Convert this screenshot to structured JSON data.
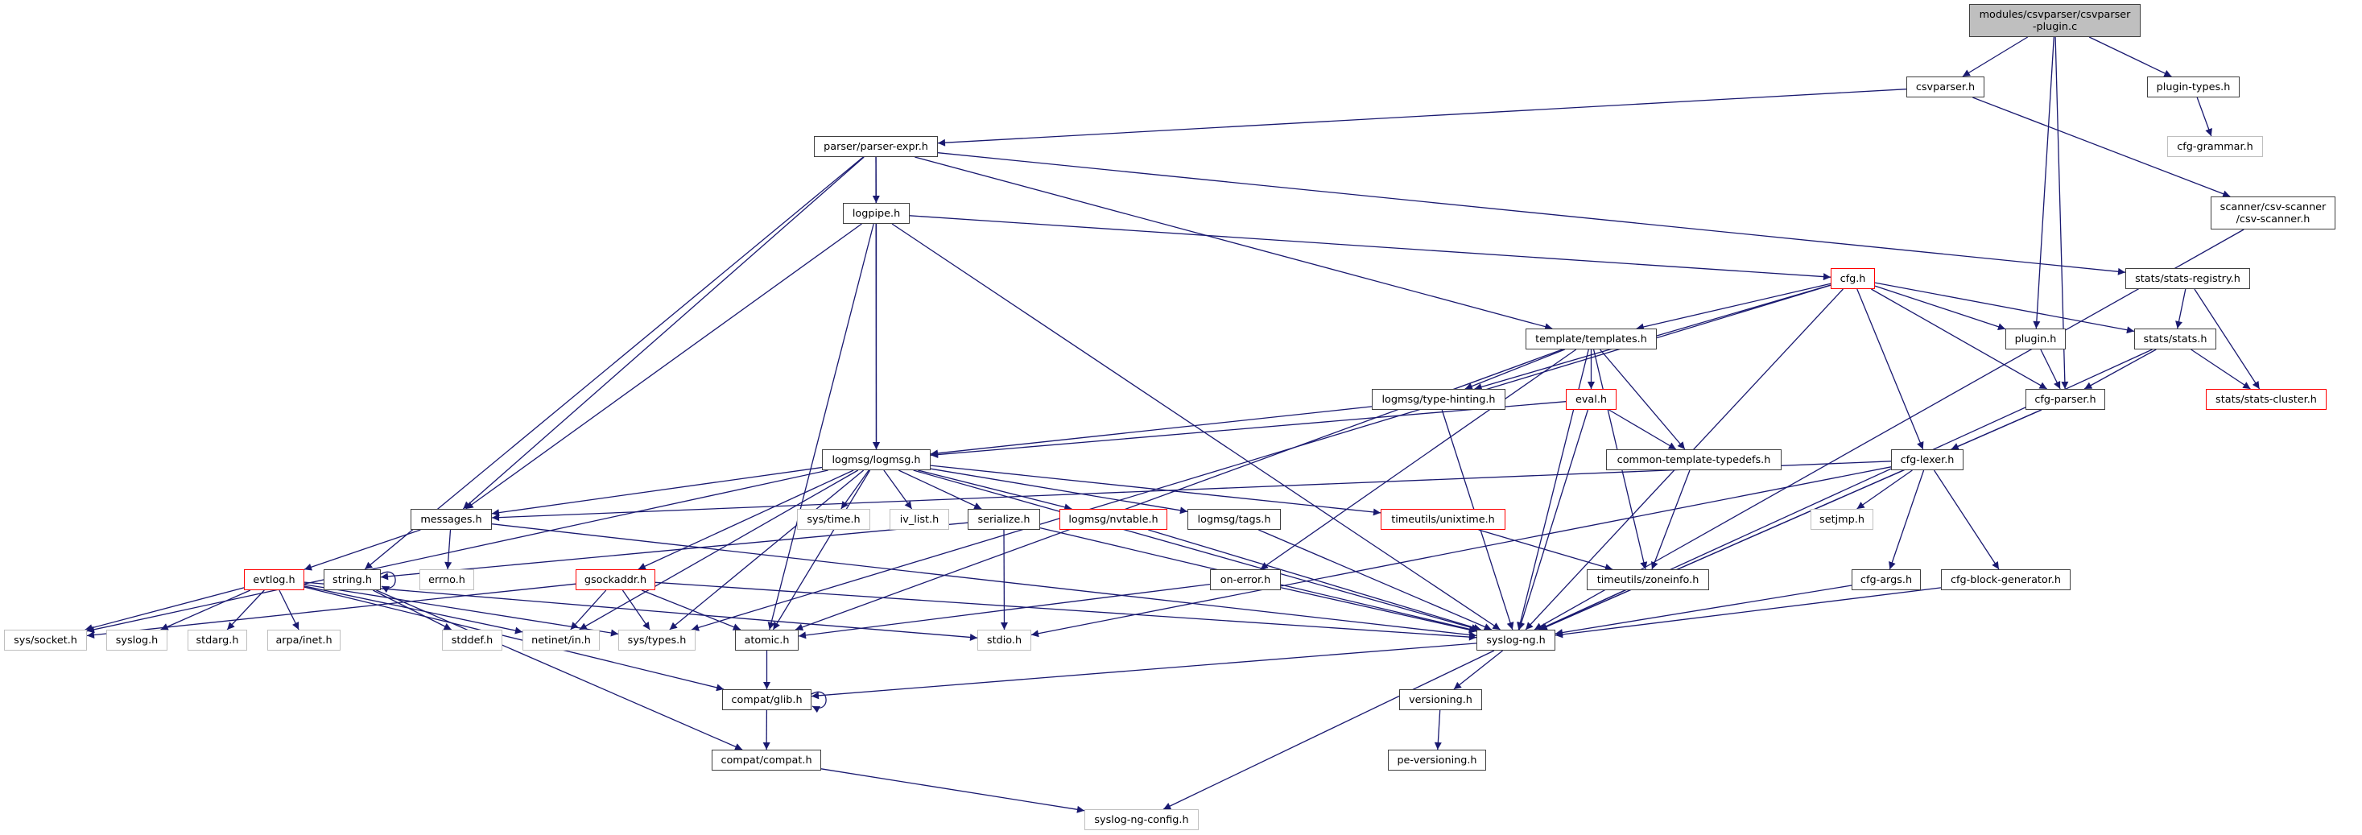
{
  "graph": {
    "colors": {
      "edge": "#191970",
      "root_fill": "#bfbfbf",
      "node_fill": "#ffffff",
      "documented_border": "#404040",
      "truncated_border": "#ff0000",
      "external_border": "#bfbfbf",
      "text": "#000000"
    },
    "nodes": {
      "root": {
        "label": "modules/csvparser/csvparser\n-plugin.c",
        "kind": "root"
      },
      "csvparser_h": {
        "label": "csvparser.h",
        "kind": "documented"
      },
      "plugin_types_h": {
        "label": "plugin-types.h",
        "kind": "documented"
      },
      "cfg_grammar_h": {
        "label": "cfg-grammar.h",
        "kind": "external"
      },
      "parser_expr_h": {
        "label": "parser/parser-expr.h",
        "kind": "documented"
      },
      "csv_scanner_h": {
        "label": "scanner/csv-scanner\n/csv-scanner.h",
        "kind": "documented"
      },
      "logpipe_h": {
        "label": "logpipe.h",
        "kind": "documented"
      },
      "cfg_h": {
        "label": "cfg.h",
        "kind": "truncated"
      },
      "stats_registry_h": {
        "label": "stats/stats-registry.h",
        "kind": "documented"
      },
      "template_templates_h": {
        "label": "template/templates.h",
        "kind": "documented"
      },
      "plugin_h": {
        "label": "plugin.h",
        "kind": "documented"
      },
      "stats_stats_h": {
        "label": "stats/stats.h",
        "kind": "documented"
      },
      "type_hinting_h": {
        "label": "logmsg/type-hinting.h",
        "kind": "documented"
      },
      "eval_h": {
        "label": "eval.h",
        "kind": "truncated"
      },
      "cfg_parser_h": {
        "label": "cfg-parser.h",
        "kind": "documented"
      },
      "stats_cluster_h": {
        "label": "stats/stats-cluster.h",
        "kind": "truncated"
      },
      "logmsg_h": {
        "label": "logmsg/logmsg.h",
        "kind": "documented"
      },
      "common_template_typedefs_h": {
        "label": "common-template-typedefs.h",
        "kind": "documented"
      },
      "cfg_lexer_h": {
        "label": "cfg-lexer.h",
        "kind": "documented"
      },
      "messages_h": {
        "label": "messages.h",
        "kind": "documented"
      },
      "sys_time_h": {
        "label": "sys/time.h",
        "kind": "external"
      },
      "iv_list_h": {
        "label": "iv_list.h",
        "kind": "external"
      },
      "serialize_h": {
        "label": "serialize.h",
        "kind": "documented"
      },
      "nvtable_h": {
        "label": "logmsg/nvtable.h",
        "kind": "truncated"
      },
      "tags_h": {
        "label": "logmsg/tags.h",
        "kind": "documented"
      },
      "unixtime_h": {
        "label": "timeutils/unixtime.h",
        "kind": "truncated"
      },
      "setjmp_h": {
        "label": "setjmp.h",
        "kind": "external"
      },
      "evtlog_h": {
        "label": "evtlog.h",
        "kind": "truncated"
      },
      "string_h": {
        "label": "string.h",
        "kind": "documented"
      },
      "errno_h": {
        "label": "errno.h",
        "kind": "external"
      },
      "gsockaddr_h": {
        "label": "gsockaddr.h",
        "kind": "truncated"
      },
      "on_error_h": {
        "label": "on-error.h",
        "kind": "documented"
      },
      "zoneinfo_h": {
        "label": "timeutils/zoneinfo.h",
        "kind": "documented"
      },
      "cfg_args_h": {
        "label": "cfg-args.h",
        "kind": "documented"
      },
      "cfg_block_generator_h": {
        "label": "cfg-block-generator.h",
        "kind": "documented"
      },
      "sys_socket_h": {
        "label": "sys/socket.h",
        "kind": "external"
      },
      "syslog_h": {
        "label": "syslog.h",
        "kind": "external"
      },
      "stdarg_h": {
        "label": "stdarg.h",
        "kind": "external"
      },
      "arpa_inet_h": {
        "label": "arpa/inet.h",
        "kind": "external"
      },
      "stddef_h": {
        "label": "stddef.h",
        "kind": "external"
      },
      "netinet_in_h": {
        "label": "netinet/in.h",
        "kind": "external"
      },
      "sys_types_h": {
        "label": "sys/types.h",
        "kind": "external"
      },
      "atomic_h": {
        "label": "atomic.h",
        "kind": "documented"
      },
      "stdio_h": {
        "label": "stdio.h",
        "kind": "external"
      },
      "syslog_ng_h": {
        "label": "syslog-ng.h",
        "kind": "documented"
      },
      "compat_glib_h": {
        "label": "compat/glib.h",
        "kind": "documented"
      },
      "versioning_h": {
        "label": "versioning.h",
        "kind": "documented"
      },
      "compat_compat_h": {
        "label": "compat/compat.h",
        "kind": "documented"
      },
      "pe_versioning_h": {
        "label": "pe-versioning.h",
        "kind": "documented"
      },
      "syslog_ng_config_h": {
        "label": "syslog-ng-config.h",
        "kind": "external"
      }
    },
    "edges": [
      {
        "from": "root",
        "to": "csvparser_h"
      },
      {
        "from": "root",
        "to": "plugin_h"
      },
      {
        "from": "root",
        "to": "cfg_parser_h"
      },
      {
        "from": "root",
        "to": "plugin_types_h"
      },
      {
        "from": "csvparser_h",
        "to": "parser_expr_h"
      },
      {
        "from": "csvparser_h",
        "to": "csv_scanner_h"
      },
      {
        "from": "plugin_types_h",
        "to": "cfg_grammar_h"
      },
      {
        "from": "csv_scanner_h",
        "to": "syslog_ng_h"
      },
      {
        "from": "parser_expr_h",
        "to": "logpipe_h"
      },
      {
        "from": "parser_expr_h",
        "to": "logmsg_h"
      },
      {
        "from": "parser_expr_h",
        "to": "messages_h"
      },
      {
        "from": "parser_expr_h",
        "to": "string_h"
      },
      {
        "from": "parser_expr_h",
        "to": "template_templates_h"
      },
      {
        "from": "parser_expr_h",
        "to": "stats_registry_h"
      },
      {
        "from": "logpipe_h",
        "to": "cfg_h"
      },
      {
        "from": "logpipe_h",
        "to": "logmsg_h"
      },
      {
        "from": "logpipe_h",
        "to": "messages_h"
      },
      {
        "from": "logpipe_h",
        "to": "atomic_h"
      },
      {
        "from": "logpipe_h",
        "to": "syslog_ng_h"
      },
      {
        "from": "cfg_h",
        "to": "template_templates_h"
      },
      {
        "from": "cfg_h",
        "to": "type_hinting_h"
      },
      {
        "from": "cfg_h",
        "to": "plugin_h"
      },
      {
        "from": "cfg_h",
        "to": "cfg_parser_h"
      },
      {
        "from": "cfg_h",
        "to": "stats_stats_h"
      },
      {
        "from": "cfg_h",
        "to": "cfg_lexer_h"
      },
      {
        "from": "cfg_h",
        "to": "syslog_ng_h"
      },
      {
        "from": "cfg_h",
        "to": "sys_types_h"
      },
      {
        "from": "stats_registry_h",
        "to": "stats_stats_h"
      },
      {
        "from": "stats_registry_h",
        "to": "stats_cluster_h"
      },
      {
        "from": "stats_stats_h",
        "to": "cfg_parser_h"
      },
      {
        "from": "stats_stats_h",
        "to": "stats_cluster_h"
      },
      {
        "from": "stats_stats_h",
        "to": "syslog_ng_h"
      },
      {
        "from": "plugin_h",
        "to": "cfg_parser_h"
      },
      {
        "from": "cfg_parser_h",
        "to": "cfg_lexer_h"
      },
      {
        "from": "cfg_parser_h",
        "to": "syslog_ng_h"
      },
      {
        "from": "cfg_lexer_h",
        "to": "messages_h"
      },
      {
        "from": "cfg_lexer_h",
        "to": "setjmp_h"
      },
      {
        "from": "cfg_lexer_h",
        "to": "cfg_args_h"
      },
      {
        "from": "cfg_lexer_h",
        "to": "cfg_block_generator_h"
      },
      {
        "from": "cfg_lexer_h",
        "to": "syslog_ng_h"
      },
      {
        "from": "cfg_lexer_h",
        "to": "stdio_h"
      },
      {
        "from": "cfg_args_h",
        "to": "syslog_ng_h"
      },
      {
        "from": "cfg_block_generator_h",
        "to": "syslog_ng_h"
      },
      {
        "from": "template_templates_h",
        "to": "type_hinting_h"
      },
      {
        "from": "template_templates_h",
        "to": "eval_h"
      },
      {
        "from": "template_templates_h",
        "to": "common_template_typedefs_h"
      },
      {
        "from": "template_templates_h",
        "to": "zoneinfo_h"
      },
      {
        "from": "template_templates_h",
        "to": "on_error_h"
      },
      {
        "from": "template_templates_h",
        "to": "atomic_h"
      },
      {
        "from": "template_templates_h",
        "to": "syslog_ng_h"
      },
      {
        "from": "type_hinting_h",
        "to": "logmsg_h"
      },
      {
        "from": "type_hinting_h",
        "to": "syslog_ng_h"
      },
      {
        "from": "eval_h",
        "to": "logmsg_h"
      },
      {
        "from": "eval_h",
        "to": "common_template_typedefs_h"
      },
      {
        "from": "eval_h",
        "to": "syslog_ng_h"
      },
      {
        "from": "common_template_typedefs_h",
        "to": "zoneinfo_h"
      },
      {
        "from": "zoneinfo_h",
        "to": "syslog_ng_h"
      },
      {
        "from": "logmsg_h",
        "to": "messages_h"
      },
      {
        "from": "logmsg_h",
        "to": "sys_socket_h"
      },
      {
        "from": "logmsg_h",
        "to": "gsockaddr_h"
      },
      {
        "from": "logmsg_h",
        "to": "sys_types_h"
      },
      {
        "from": "logmsg_h",
        "to": "netinet_in_h"
      },
      {
        "from": "logmsg_h",
        "to": "atomic_h"
      },
      {
        "from": "logmsg_h",
        "to": "sys_time_h"
      },
      {
        "from": "logmsg_h",
        "to": "iv_list_h"
      },
      {
        "from": "logmsg_h",
        "to": "serialize_h"
      },
      {
        "from": "logmsg_h",
        "to": "nvtable_h"
      },
      {
        "from": "logmsg_h",
        "to": "tags_h"
      },
      {
        "from": "logmsg_h",
        "to": "unixtime_h"
      },
      {
        "from": "logmsg_h",
        "to": "syslog_ng_h"
      },
      {
        "from": "messages_h",
        "to": "evtlog_h"
      },
      {
        "from": "messages_h",
        "to": "errno_h"
      },
      {
        "from": "messages_h",
        "to": "syslog_ng_h"
      },
      {
        "from": "evtlog_h",
        "to": "sys_socket_h"
      },
      {
        "from": "evtlog_h",
        "to": "syslog_h"
      },
      {
        "from": "evtlog_h",
        "to": "stdarg_h"
      },
      {
        "from": "evtlog_h",
        "to": "arpa_inet_h"
      },
      {
        "from": "evtlog_h",
        "to": "netinet_in_h"
      },
      {
        "from": "evtlog_h",
        "to": "sys_types_h"
      },
      {
        "from": "evtlog_h",
        "to": "stdio_h"
      },
      {
        "from": "evtlog_h",
        "to": "compat_glib_h"
      },
      {
        "from": "string_h",
        "to": "string_h"
      },
      {
        "from": "string_h",
        "to": "stddef_h"
      },
      {
        "from": "string_h",
        "to": "compat_compat_h"
      },
      {
        "from": "gsockaddr_h",
        "to": "sys_socket_h"
      },
      {
        "from": "gsockaddr_h",
        "to": "netinet_in_h"
      },
      {
        "from": "gsockaddr_h",
        "to": "sys_types_h"
      },
      {
        "from": "gsockaddr_h",
        "to": "atomic_h"
      },
      {
        "from": "gsockaddr_h",
        "to": "syslog_ng_h"
      },
      {
        "from": "serialize_h",
        "to": "string_h"
      },
      {
        "from": "serialize_h",
        "to": "stdio_h"
      },
      {
        "from": "serialize_h",
        "to": "syslog_ng_h"
      },
      {
        "from": "nvtable_h",
        "to": "syslog_ng_h"
      },
      {
        "from": "tags_h",
        "to": "syslog_ng_h"
      },
      {
        "from": "unixtime_h",
        "to": "zoneinfo_h"
      },
      {
        "from": "on_error_h",
        "to": "atomic_h"
      },
      {
        "from": "on_error_h",
        "to": "syslog_ng_h"
      },
      {
        "from": "atomic_h",
        "to": "compat_glib_h"
      },
      {
        "from": "syslog_ng_h",
        "to": "compat_glib_h"
      },
      {
        "from": "syslog_ng_h",
        "to": "versioning_h"
      },
      {
        "from": "syslog_ng_h",
        "to": "syslog_ng_config_h"
      },
      {
        "from": "compat_glib_h",
        "to": "compat_glib_h"
      },
      {
        "from": "compat_glib_h",
        "to": "compat_compat_h"
      },
      {
        "from": "compat_compat_h",
        "to": "syslog_ng_config_h"
      },
      {
        "from": "versioning_h",
        "to": "pe_versioning_h"
      }
    ]
  }
}
